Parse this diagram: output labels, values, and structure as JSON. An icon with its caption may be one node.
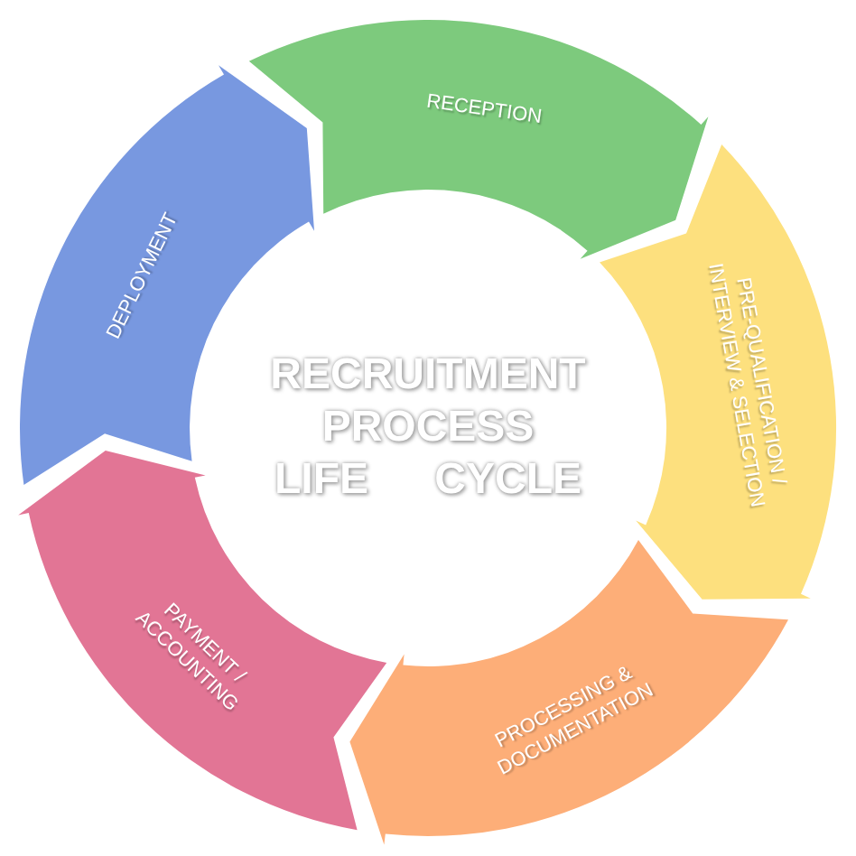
{
  "diagram": {
    "title": "RECRUITMENT PROCESS LIFE CYCLE",
    "nodes": [
      {
        "text": [
          "RECEPTION"
        ]
      },
      {
        "text": [
          "PRE-QUALIFICATION / INTERVIEW & SELECTION"
        ]
      },
      {
        "text": [
          "PROCESSING & DOCUMENTATION"
        ]
      },
      {
        "text": [
          "PAYMENT / ACCOUNTING"
        ]
      },
      {
        "text": [
          "DEPLOYMENT"
        ]
      }
    ]
  }
}
